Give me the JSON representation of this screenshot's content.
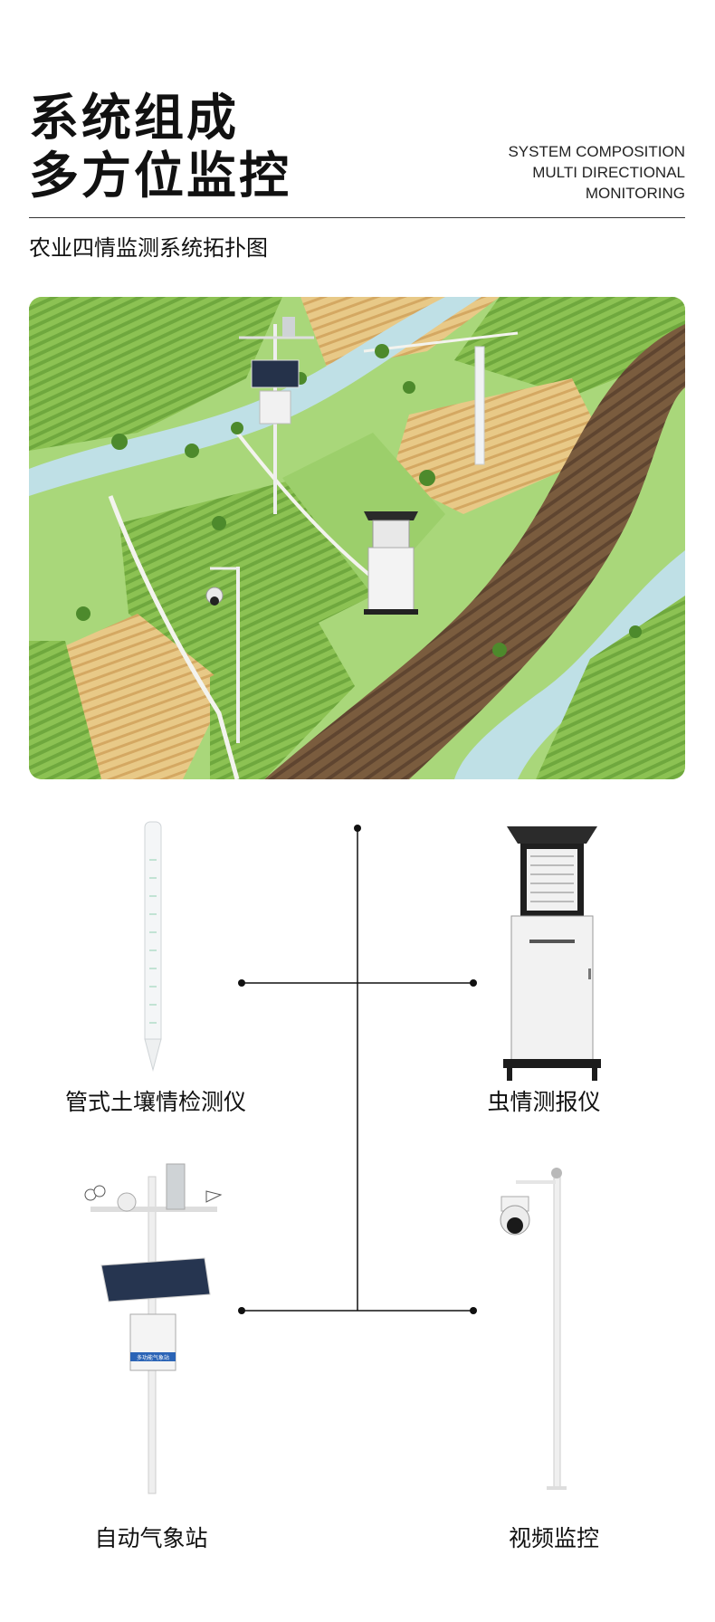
{
  "header": {
    "title_line1": "系统组成",
    "title_line2": "多方位监控",
    "en_line1": "SYSTEM COMPOSITION",
    "en_line2": "MULTI DIRECTIONAL",
    "en_line3": "MONITORING",
    "subtitle": "农业四情监测系统拓扑图"
  },
  "devices": {
    "soil": {
      "label": "管式土壤情检测仪",
      "icon": "soil-moisture-tube-icon"
    },
    "pest": {
      "label": "虫情测报仪",
      "icon": "pest-forecast-lamp-icon"
    },
    "weather": {
      "label": "自动气象站",
      "icon": "weather-station-icon",
      "box_label": "多功能气象站"
    },
    "video": {
      "label": "视频监控",
      "icon": "dome-camera-icon"
    }
  },
  "colors": {
    "field_green": "#8fc75a",
    "field_yellow": "#e3c07a",
    "soil_brown": "#6e5238",
    "river": "#b9dde6",
    "line": "#111111"
  }
}
